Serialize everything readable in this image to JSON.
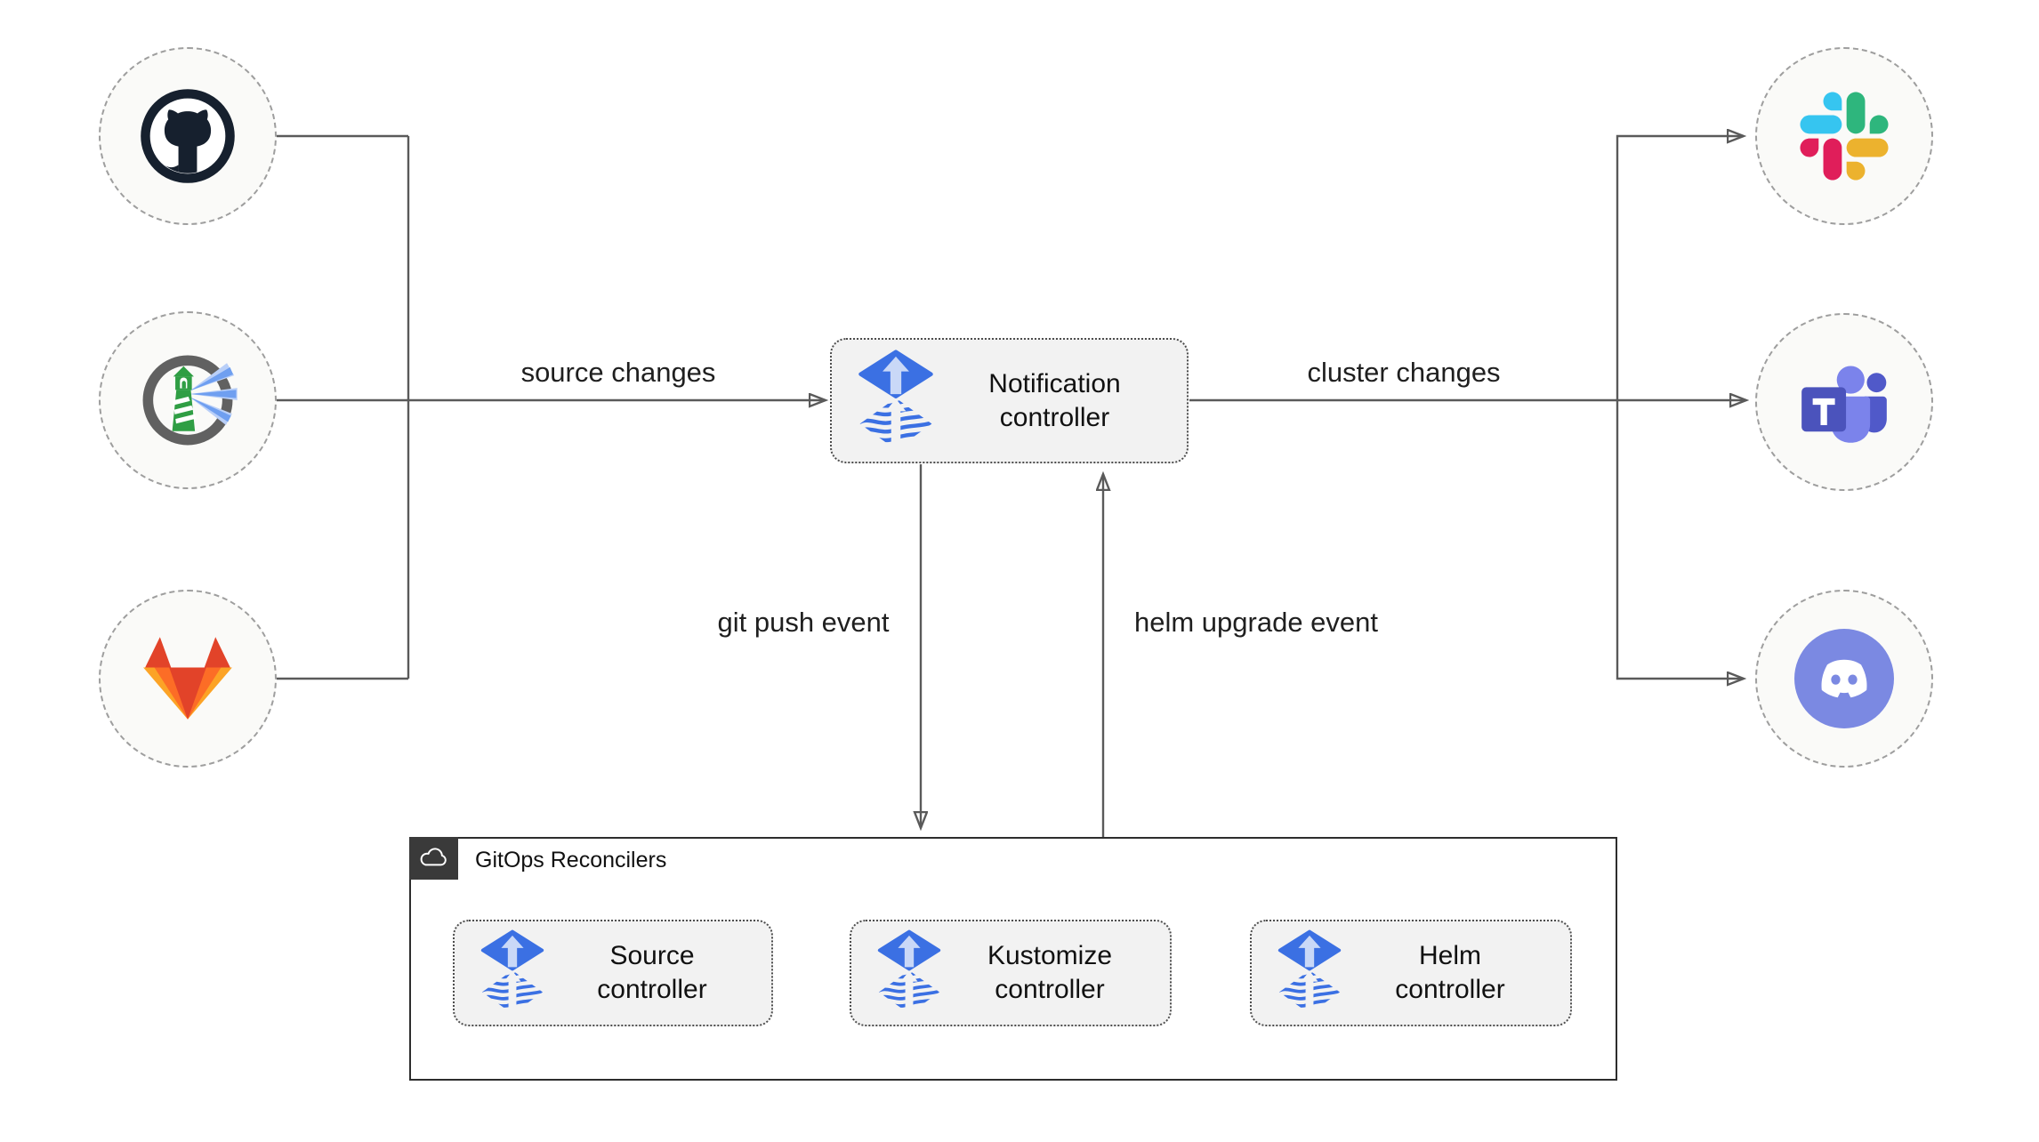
{
  "edge_labels": {
    "source_changes": "source changes",
    "cluster_changes": "cluster changes",
    "git_push_event": "git push event",
    "helm_upgrade_event": "helm upgrade event"
  },
  "nodes": {
    "notification_controller": {
      "label": "Notification\ncontroller",
      "icon": "flux-logo-icon"
    },
    "source_controller": {
      "label": "Source\ncontroller",
      "icon": "flux-logo-icon"
    },
    "kustomize_controller": {
      "label": "Kustomize\ncontroller",
      "icon": "flux-logo-icon"
    },
    "helm_controller": {
      "label": "Helm\ncontroller",
      "icon": "flux-logo-icon"
    }
  },
  "group": {
    "title": "GitOps Reconcilers",
    "icon": "cloud-icon"
  },
  "sources": [
    {
      "icon": "github-icon"
    },
    {
      "icon": "harbor-icon"
    },
    {
      "icon": "gitlab-icon"
    }
  ],
  "targets": [
    {
      "icon": "slack-icon"
    },
    {
      "icon": "teams-icon"
    },
    {
      "icon": "discord-icon"
    }
  ],
  "colors": {
    "edge": "#5a5a5a",
    "node_fill": "#f2f2f2",
    "node_border": "#4d4d4d",
    "endpoint_fill": "#fafaf8",
    "endpoint_border": "#9e9e9e",
    "group_border": "#2d2d2d",
    "badge_fill": "#3a3a3a",
    "flux_blue": "#3b70e3",
    "flux_arrow_light": "#c9d8f7",
    "github_dark": "#16202e",
    "harbor_gray": "#616161",
    "harbor_green": "#2f9e44",
    "harbor_beam": "#6f9ff0",
    "gitlab_red": "#e24329",
    "gitlab_orange": "#fc6d26",
    "gitlab_yellow": "#fca326",
    "slack_blue": "#36c5f0",
    "slack_green": "#2eb67d",
    "slack_red": "#e01e5a",
    "slack_yellow": "#ecb22e",
    "teams_dark": "#4b53bc",
    "teams_light": "#7b83eb",
    "teams_mid": "#5059c9",
    "discord_blurple": "#7b89e2"
  }
}
